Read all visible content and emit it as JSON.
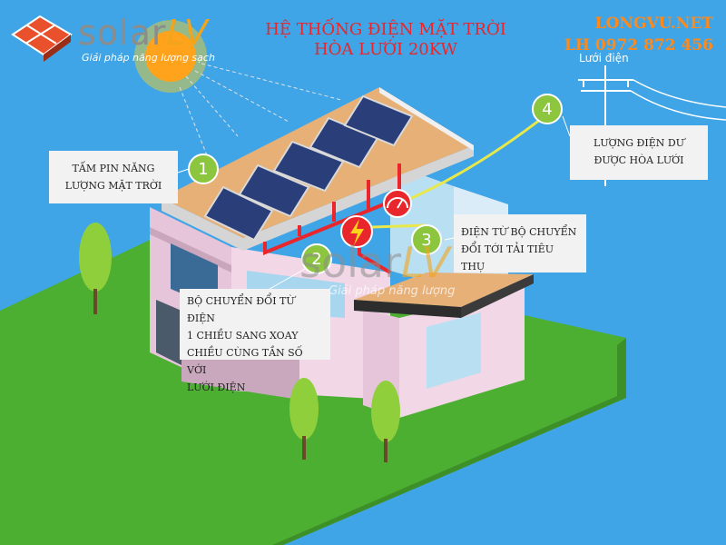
{
  "title": {
    "line1": "HỆ THỐNG ĐIỆN MẶT TRỜI",
    "line2": "HÒA LƯỚI 20KW"
  },
  "contact": {
    "website": "LONGVU.NET",
    "phone": "LH 0972 872 456"
  },
  "grid_label": "Lưới điện",
  "logo": {
    "brand_main": "solar",
    "brand_accent": "LV",
    "slogan": "Giải pháp năng lượng sạch"
  },
  "watermark": {
    "brand_main": "solar",
    "brand_accent": "LV",
    "slogan": "Giải pháp năng lượng"
  },
  "markers": [
    "1",
    "2",
    "3",
    "4"
  ],
  "callouts": {
    "solar_panel": [
      "TẤM PIN NĂNG",
      "LƯỢNG MẶT TRỜI"
    ],
    "inverter": [
      "BỘ CHUYỂN ĐỔI TỪ ĐIỆN",
      "1 CHIỀU SANG XOAY",
      "CHIỀU CÙNG TẦN SỐ VỚI",
      "LƯỚI ĐIỆN"
    ],
    "load": [
      "ĐIỆN TỪ BỘ CHUYỂN",
      "ĐỔI TỚI TẢI TIÊU THỤ"
    ],
    "grid_export": [
      "LƯỢNG ĐIỆN DƯ",
      "ĐƯỢC HÒA LƯỚI"
    ]
  },
  "colors": {
    "sky": "#3fa5e6",
    "title_red": "#e8262b",
    "contact_orange": "#ff8a1c",
    "marker_green": "#8cc63f",
    "roof": "#e7b077",
    "wire_red": "#e8262b",
    "wire_yellow": "#e8e84a"
  }
}
